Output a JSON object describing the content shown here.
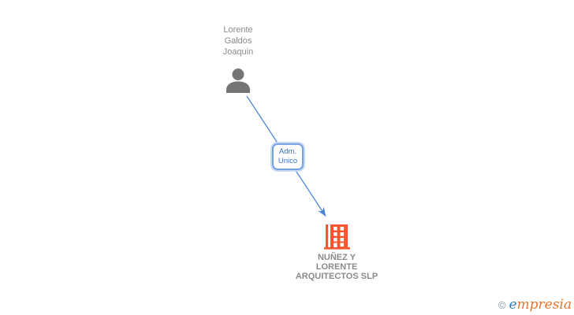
{
  "person": {
    "name_lines": [
      "Lorente",
      "Galdos",
      "Joaquin"
    ]
  },
  "edge": {
    "label_lines": [
      "Adm.",
      "Unico"
    ]
  },
  "company": {
    "name_lines": [
      "NUÑEZ Y",
      "LORENTE",
      "ARQUITECTOS SLP"
    ]
  },
  "logo": {
    "copyright": "©",
    "brand_first": "e",
    "brand_rest": "mpresia"
  },
  "colors": {
    "person_icon": "#757575",
    "person_label": "#8b8b8b",
    "company_label": "#8a8a8a",
    "edge": "#4e86d7",
    "edge_box_border": "#76a2e3",
    "edge_box_halo": "#c9dbf4",
    "edge_box_text": "#3a72c8",
    "building": "#f4572e",
    "logo_copyright": "#7a93a5",
    "logo_blue": "#2d7fb5",
    "logo_orange": "#e5762d"
  }
}
